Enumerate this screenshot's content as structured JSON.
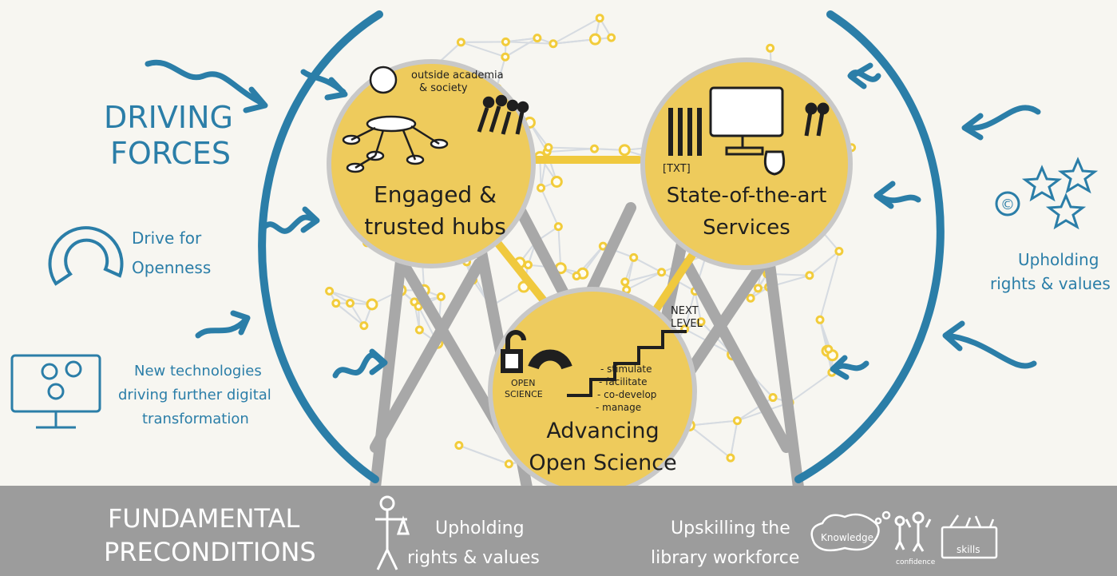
{
  "colors": {
    "background": "#f7f6f1",
    "accent_blue": "#2b7ea8",
    "accent_yellow": "#f0c93e",
    "hub_fill": "#eecb5c",
    "network_line": "#d6dbe1",
    "node_yellow": "#f2cc3b",
    "tower_gray": "#a8a8a8",
    "band_gray": "#9c9c9c"
  },
  "driving_forces": {
    "title_line1": "DRIVING",
    "title_line2": "FORCES",
    "openness_line1": "Drive for",
    "openness_line2": "Openness",
    "openness_icon": "openness-arc-icon",
    "tech_line1": "New technologies",
    "tech_line2": "driving further digital",
    "tech_line3": "transformation",
    "tech_icon": "monitor-gears-icon"
  },
  "right_side": {
    "rights_line1": "Upholding",
    "rights_line2": "rights & values",
    "rights_icon": "copyright-stars-icon"
  },
  "hubs": {
    "engaged": {
      "line1": "Engaged &",
      "line2": "trusted hubs",
      "note_line1": "outside academia",
      "note_line2": "& society"
    },
    "services": {
      "line1": "State-of-the-art",
      "line2": "Services",
      "txt_label": "[TXT]"
    },
    "open_science": {
      "line1": "Advancing",
      "line2": "Open Science",
      "next_level_line1": "NEXT",
      "next_level_line2": "LEVEL",
      "lock_label_line1": "OPEN",
      "lock_label_line2": "SCIENCE",
      "steps": [
        "- stimulate",
        "- facilitate",
        "- co-develop",
        "- manage"
      ]
    }
  },
  "preconditions": {
    "title_line1": "FUNDAMENTAL",
    "title_line2": "PRECONDITIONS",
    "rights_line1": "Upholding",
    "rights_line2": "rights & values",
    "justice_icon": "lady-justice-icon",
    "upskill_line1": "Upskilling the",
    "upskill_line2": "library workforce",
    "knowledge_label": "Knowledge",
    "confidence_label": "confidence",
    "skills_label": "skills"
  }
}
